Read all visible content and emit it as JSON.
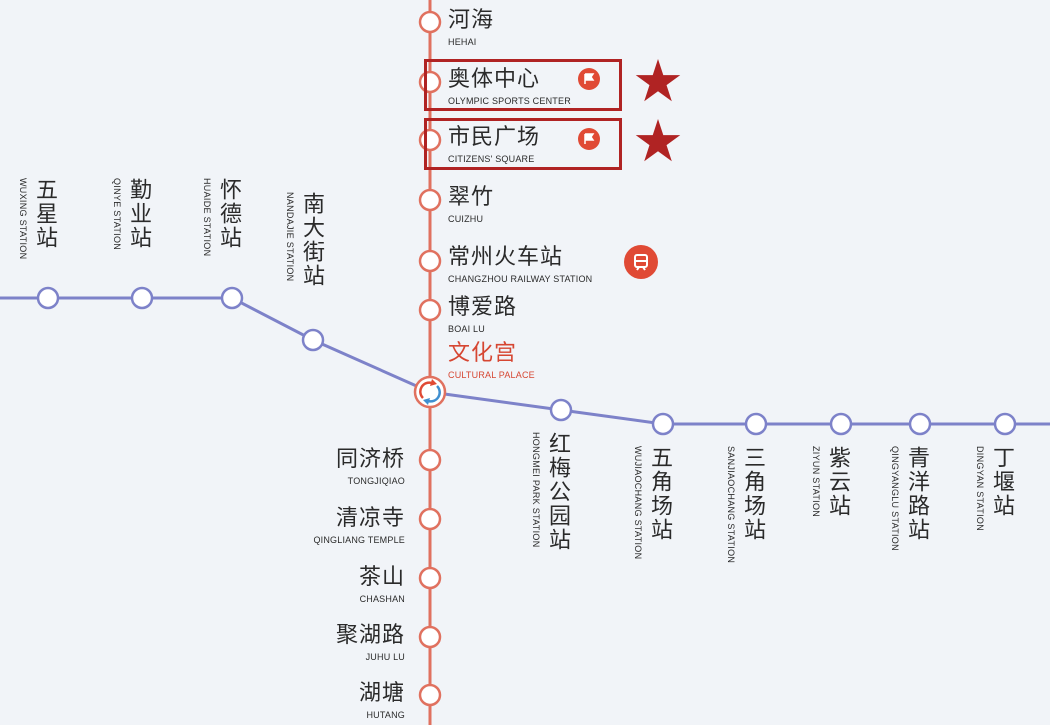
{
  "lines": {
    "line1_color": "#e0715f",
    "line2_color": "#7d82c9"
  },
  "line1_stations": [
    {
      "zh": "河海",
      "en": "HEHAI"
    },
    {
      "zh": "奥体中心",
      "en": "OLYMPIC SPORTS CENTER",
      "highlighted": true,
      "icon": "flag-icon"
    },
    {
      "zh": "市民广场",
      "en": "CITIZENS' SQUARE",
      "highlighted": true,
      "icon": "flag-icon"
    },
    {
      "zh": "翠竹",
      "en": "CUIZHU"
    },
    {
      "zh": "常州火车站",
      "en": "CHANGZHOU RAILWAY STATION",
      "icon": "railway-icon"
    },
    {
      "zh": "博爱路",
      "en": "BOAI LU"
    },
    {
      "zh": "文化宫",
      "en": "CULTURAL PALACE",
      "interchange": true
    },
    {
      "zh": "同济桥",
      "en": "TONGJIQIAO"
    },
    {
      "zh": "清凉寺",
      "en": "QINGLIANG TEMPLE"
    },
    {
      "zh": "茶山",
      "en": "CHASHAN"
    },
    {
      "zh": "聚湖路",
      "en": "JUHU LU"
    },
    {
      "zh": "湖塘",
      "en": "HUTANG"
    }
  ],
  "line2_west_stations": [
    {
      "zh": "五星站",
      "en": "WUXING STATION"
    },
    {
      "zh": "勤业站",
      "en": "QINYE STATION"
    },
    {
      "zh": "怀德站",
      "en": "HUAIDE STATION"
    },
    {
      "zh": "南大街站",
      "en": "NANDAJIE STATION"
    }
  ],
  "line2_east_stations": [
    {
      "zh": "红梅公园站",
      "en": "HONGMEI PARK STATION"
    },
    {
      "zh": "五角场站",
      "en": "WUJIAOCHANG STATION"
    },
    {
      "zh": "三角场站",
      "en": "SANJIAOCHANG STATION"
    },
    {
      "zh": "紫云站",
      "en": "ZIYUN STATION"
    },
    {
      "zh": "青洋路站",
      "en": "QINGYANGLU STATION"
    },
    {
      "zh": "丁堰站",
      "en": "DINGYAN STATION"
    }
  ],
  "markers": {
    "highlight_color": "#b02323",
    "star_glyph": "★"
  }
}
